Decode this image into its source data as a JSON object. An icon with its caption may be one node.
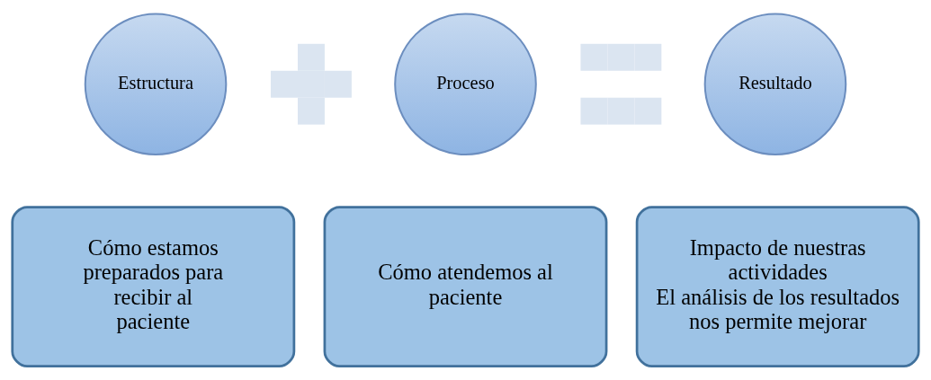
{
  "diagram": {
    "nodes": [
      {
        "text": [
          "Estructura"
        ]
      },
      {
        "text": [],
        "shape": "plus"
      },
      {
        "text": [
          "Proceso"
        ]
      },
      {
        "text": [],
        "shape": "equals"
      },
      {
        "text": [
          "Resultado"
        ]
      },
      {
        "text": [
          "Cómo estamos preparados para recibir al paciente"
        ]
      },
      {
        "text": [
          "Cómo atendemos al paciente"
        ]
      },
      {
        "text": [
          "Impacto de nuestras actividades",
          "El análisis de los resultados nos permite mejorar"
        ]
      }
    ],
    "edges": []
  }
}
